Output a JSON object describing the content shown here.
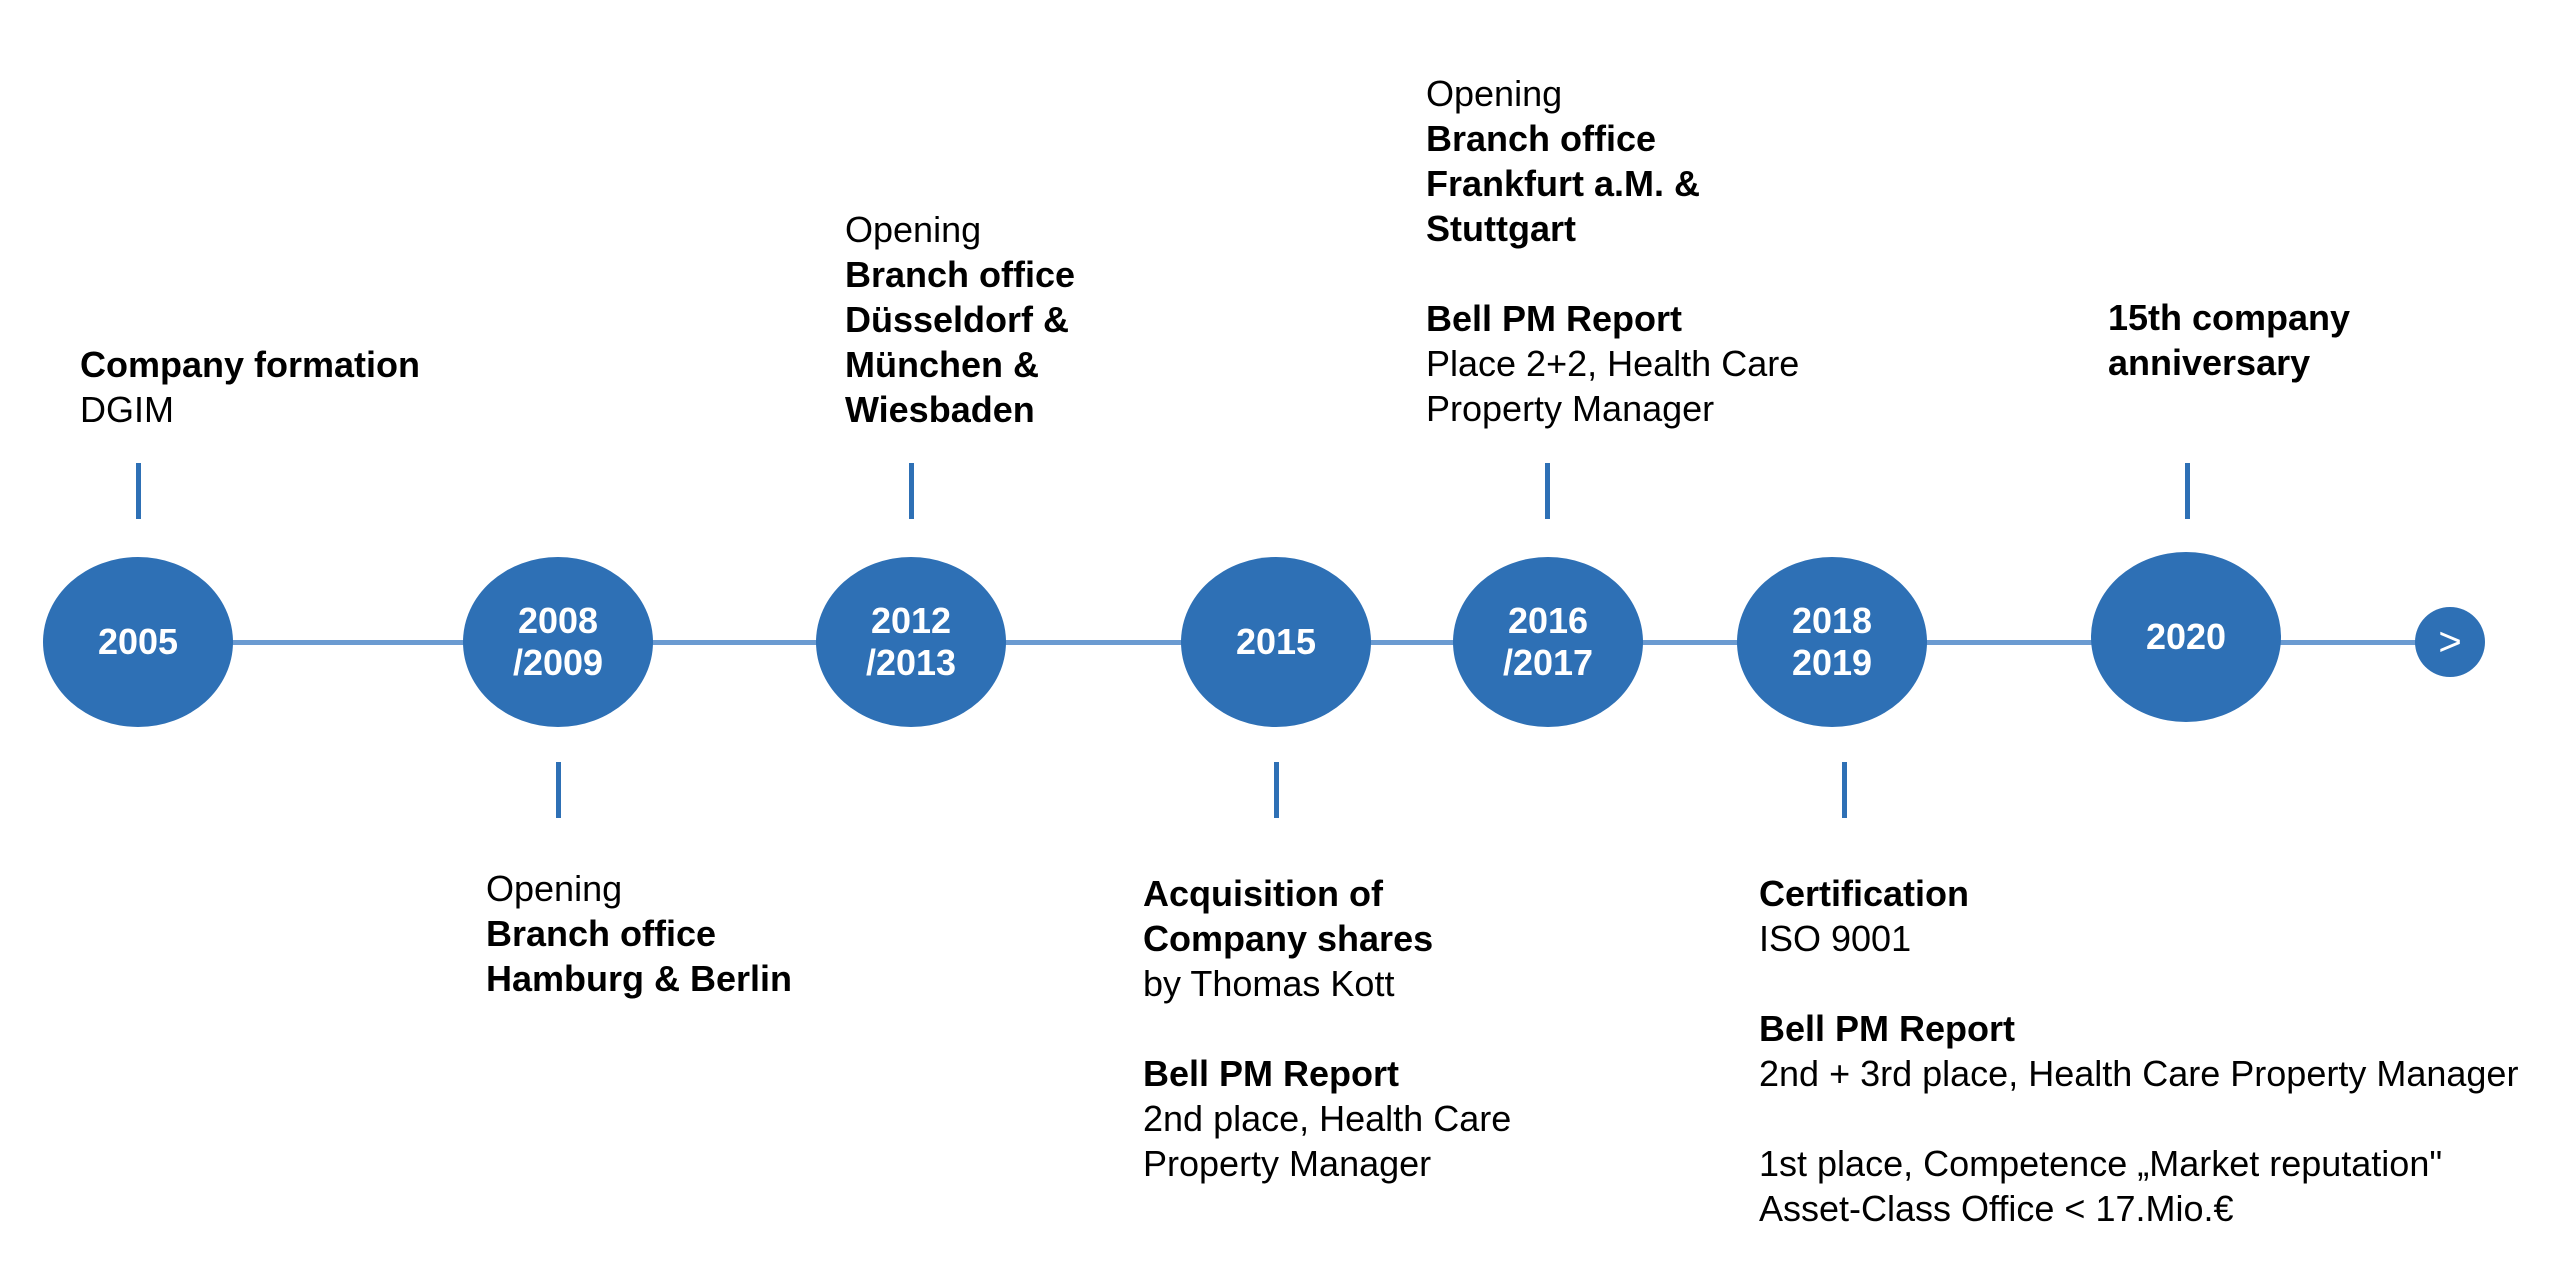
{
  "nodes": [
    "2005",
    "2008\n/2009",
    "2012\n/2013",
    "2015",
    "2016\n/2017",
    "2018\n2019",
    "2020"
  ],
  "arrow": ">",
  "events": {
    "e2005": {
      "title": "Company formation",
      "sub": "DGIM"
    },
    "e2008": {
      "opening": "Opening",
      "l1": "Branch office",
      "l2": "Hamburg & Berlin"
    },
    "e2012": {
      "opening": "Opening",
      "l1": "Branch office",
      "l2": "Düsseldorf &",
      "l3": "München &",
      "l4": "Wiesbaden"
    },
    "e2015": {
      "t1": "Acquisition of",
      "t2": "Company shares",
      "t3": "by Thomas Kott",
      "r_title": "Bell PM Report",
      "r1": "2nd place, Health Care",
      "r2": "Property Manager"
    },
    "e2016": {
      "opening": "Opening",
      "l1": "Branch office",
      "l2": "Frankfurt a.M. &",
      "l3": "Stuttgart",
      "r_title": "Bell PM Report",
      "r1": "Place 2+2, Health Care",
      "r2": "Property Manager"
    },
    "e2018": {
      "title": "Certification",
      "sub": "ISO 9001",
      "r_title": "Bell PM Report",
      "r1": "2nd + 3rd place, Health Care Property Manager",
      "r2": "1st place, Competence „Market reputation\"",
      "r3": "Asset-Class Office < 17.Mio.€"
    },
    "e2020": {
      "l1": "15th company",
      "l2": "anniversary"
    }
  },
  "colors": {
    "node": "#2e70b5",
    "line": "#6b9bd1"
  }
}
